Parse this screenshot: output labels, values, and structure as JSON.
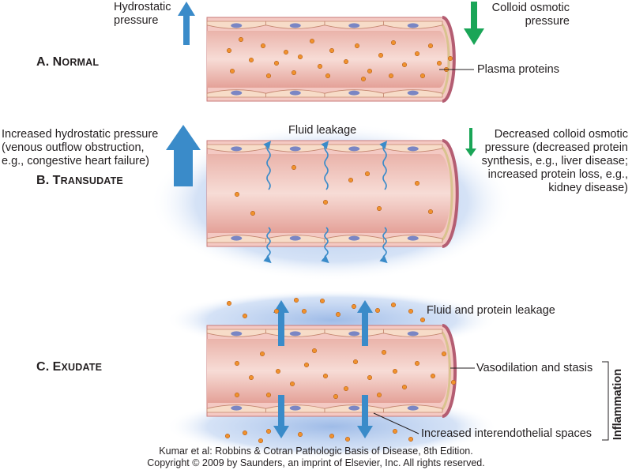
{
  "panel_a": {
    "title_letter": "A.",
    "title_word_first": "N",
    "title_word_rest": "ORMAL",
    "hydrostatic_line1": "Hydrostatic",
    "hydrostatic_line2": "pressure",
    "colloid_line1": "Colloid osmotic",
    "colloid_line2": "pressure",
    "plasma_proteins": "Plasma proteins"
  },
  "panel_b": {
    "title_letter": "B.",
    "title_word_first": "T",
    "title_word_rest": "RANSUDATE",
    "fluid_leakage": "Fluid leakage",
    "increased_hydro_lines": [
      "Increased hydrostatic pressure",
      "(venous outflow obstruction,",
      "e.g., congestive heart failure)"
    ],
    "decreased_colloid_lines": [
      "Decreased colloid osmotic",
      "pressure (decreased protein",
      "synthesis, e.g., liver disease;",
      "increased protein loss, e.g.,",
      "kidney disease)"
    ]
  },
  "panel_c": {
    "title_letter": "C.",
    "title_word_first": "E",
    "title_word_rest": "XUDATE",
    "fluid_protein_leakage": "Fluid and protein leakage",
    "vasodilation": "Vasodilation and stasis",
    "interendothelial": "Increased interendothelial spaces",
    "inflammation": "Inflammation"
  },
  "credit": {
    "line1": "Kumar et al: Robbins & Cotran Pathologic Basis of Disease, 8th Edition.",
    "line2": "Copyright © 2009 by Saunders, an imprint of Elsevier, Inc. All rights reserved."
  },
  "colors": {
    "vessel_wall": "#f4c9c3",
    "lumen": "#e9a89f",
    "endothelial_cell": "#f7dcc8",
    "nucleus": "#7a86c4",
    "protein_dot": "#f0922e",
    "up_arrow": "#3a8bc9",
    "down_arrow": "#1aa557",
    "leak_glow": "#9ab8e6"
  }
}
